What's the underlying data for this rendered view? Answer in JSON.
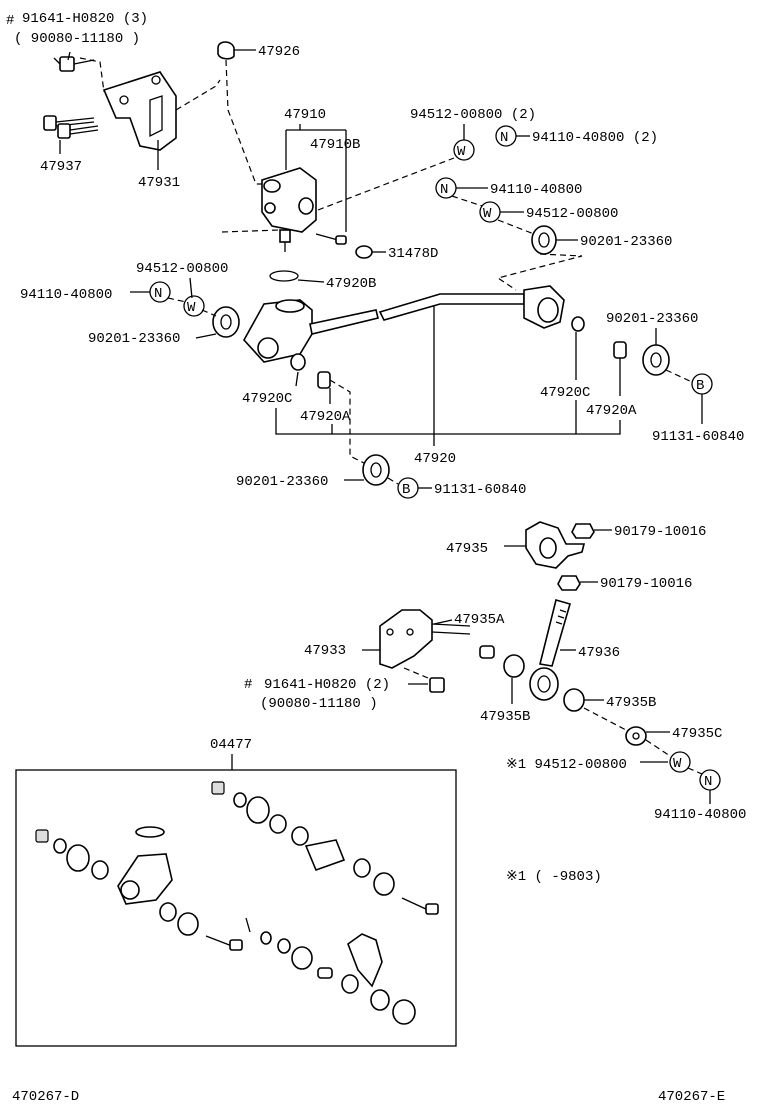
{
  "labels": {
    "hash_mark_top": "#",
    "bolt_top_1": "91641-H0820 (3)",
    "bolt_top_2": "( 90080-11180 )",
    "p47926": "47926",
    "p47910": "47910",
    "p47910b": "47910B",
    "p47937": "47937",
    "p47931": "47931",
    "washer_pair_top": "94512-00800 (2)",
    "nut_pair_top": "94110-40800 (2)",
    "nut_b": "94110-40800",
    "washer_b": "94512-00800",
    "bush_b": "90201-23360",
    "p31478d": "31478D",
    "p47920b": "47920B",
    "washer_left": "94512-00800",
    "nut_left": "94110-40800",
    "bush_left": "90201-23360",
    "bush_right": "90201-23360",
    "bolt_right": "91131-60840",
    "p47920c_left": "47920C",
    "p47920a_left": "47920A",
    "p47920c_right": "47920C",
    "p47920a_right": "47920A",
    "p47920": "47920",
    "bush_bottom": "90201-23360",
    "bolt_bottom": "91131-60840",
    "p47935": "47935",
    "nut_47935_1": "90179-10016",
    "nut_47935_2": "90179-10016",
    "p47935a": "47935A",
    "p47933": "47933",
    "p47936": "47936",
    "hash_mark_mid": "#",
    "bolt_mid_1": "91641-H0820 (2)",
    "bolt_mid_2": "(90080-11180 )",
    "p47935b_left": "47935B",
    "p47935b_right": "47935B",
    "p47935c": "47935C",
    "note_ref_washer": "※1 94512-00800",
    "nut_bottom": "94110-40800",
    "kit": "04477",
    "note_1": "※1  (       -9803)",
    "code_left": "470267-D",
    "code_right": "470267-E"
  },
  "symbols": {
    "n": "N",
    "w": "W",
    "b": "B"
  }
}
